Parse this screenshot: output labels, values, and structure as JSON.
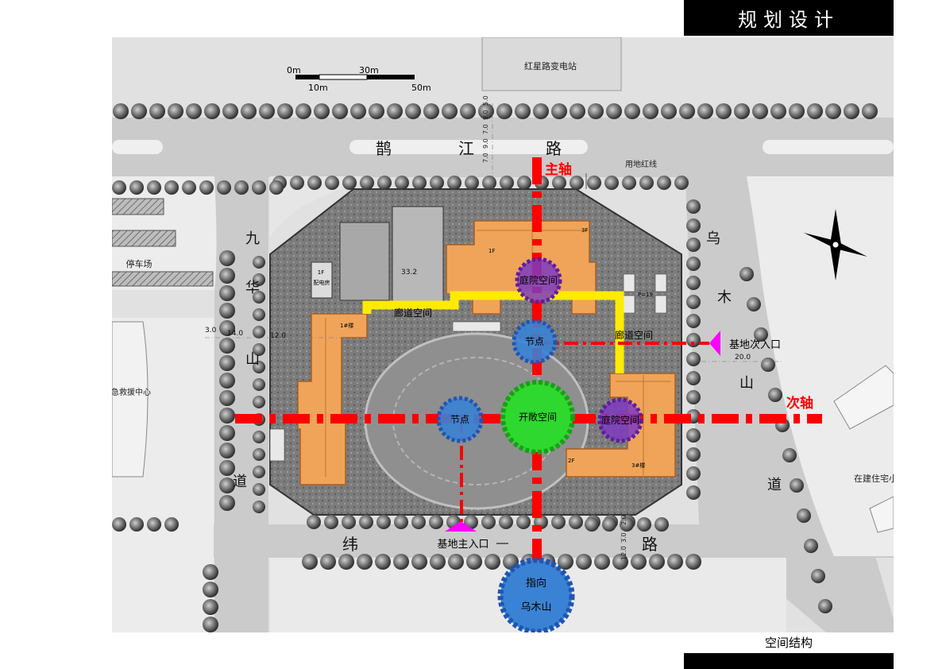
{
  "header": {
    "title": "规划设计"
  },
  "footer": {
    "caption": "空间结构"
  },
  "scale_bar": {
    "labels_top": [
      "0m",
      "30m"
    ],
    "labels_bottom": [
      "10m",
      "50m"
    ]
  },
  "streets": {
    "north_chars": [
      "鹊",
      "江",
      "路"
    ],
    "west_chars": [
      "九",
      "华",
      "山",
      "道"
    ],
    "east_chars": [
      "乌",
      "木",
      "山",
      "道"
    ],
    "south_chars": [
      "纬",
      "路"
    ]
  },
  "surroundings": {
    "substation": "红星路变电站",
    "parking": "停车场",
    "emergency_center": "急救援中心",
    "residential": "在建住宅小区",
    "redline": "用地红线"
  },
  "axes": {
    "main": "主轴",
    "secondary": "次轴"
  },
  "spaces": {
    "corridor_left": "廊道空间",
    "corridor_right": "廊道空间",
    "courtyard_top": "庭院空间",
    "courtyard_right": "庭院空间",
    "node_top": "节点",
    "node_left": "节点",
    "open_space": "开敞空间",
    "direction_line1": "指向",
    "direction_line2": "乌木山"
  },
  "entrances": {
    "main": "基地主入口",
    "secondary": "基地次入口"
  },
  "site_labels": {
    "power_room": "配电房",
    "power_floor": "1F",
    "dim_332": "33.2",
    "dim_140": "14.0",
    "dim_30": "3.0",
    "dim_120": "12.0",
    "dim_200": "20.0",
    "parking_p19": "P=19",
    "building_1": "1#楼",
    "building_3": "3#楼",
    "floor_3f": "3F",
    "floor_1f": "1F",
    "floor_2f": "2F",
    "dims_north": [
      "7.0",
      "9.0",
      "7.0",
      "9.0",
      "5.0"
    ],
    "dims_south": [
      "12.0",
      "3.0",
      "2.0"
    ]
  },
  "colors": {
    "background": "#e1e1e1",
    "road": "#c9c9c9",
    "site": "#8a8a8a",
    "building": "#f0a45a",
    "axis": "#ff0000",
    "corridor": "#ffea00",
    "node": "#3a82d4",
    "courtyard": "#7d3bbf",
    "open_space": "#2ed82e",
    "entrance": "#ff00ff"
  }
}
